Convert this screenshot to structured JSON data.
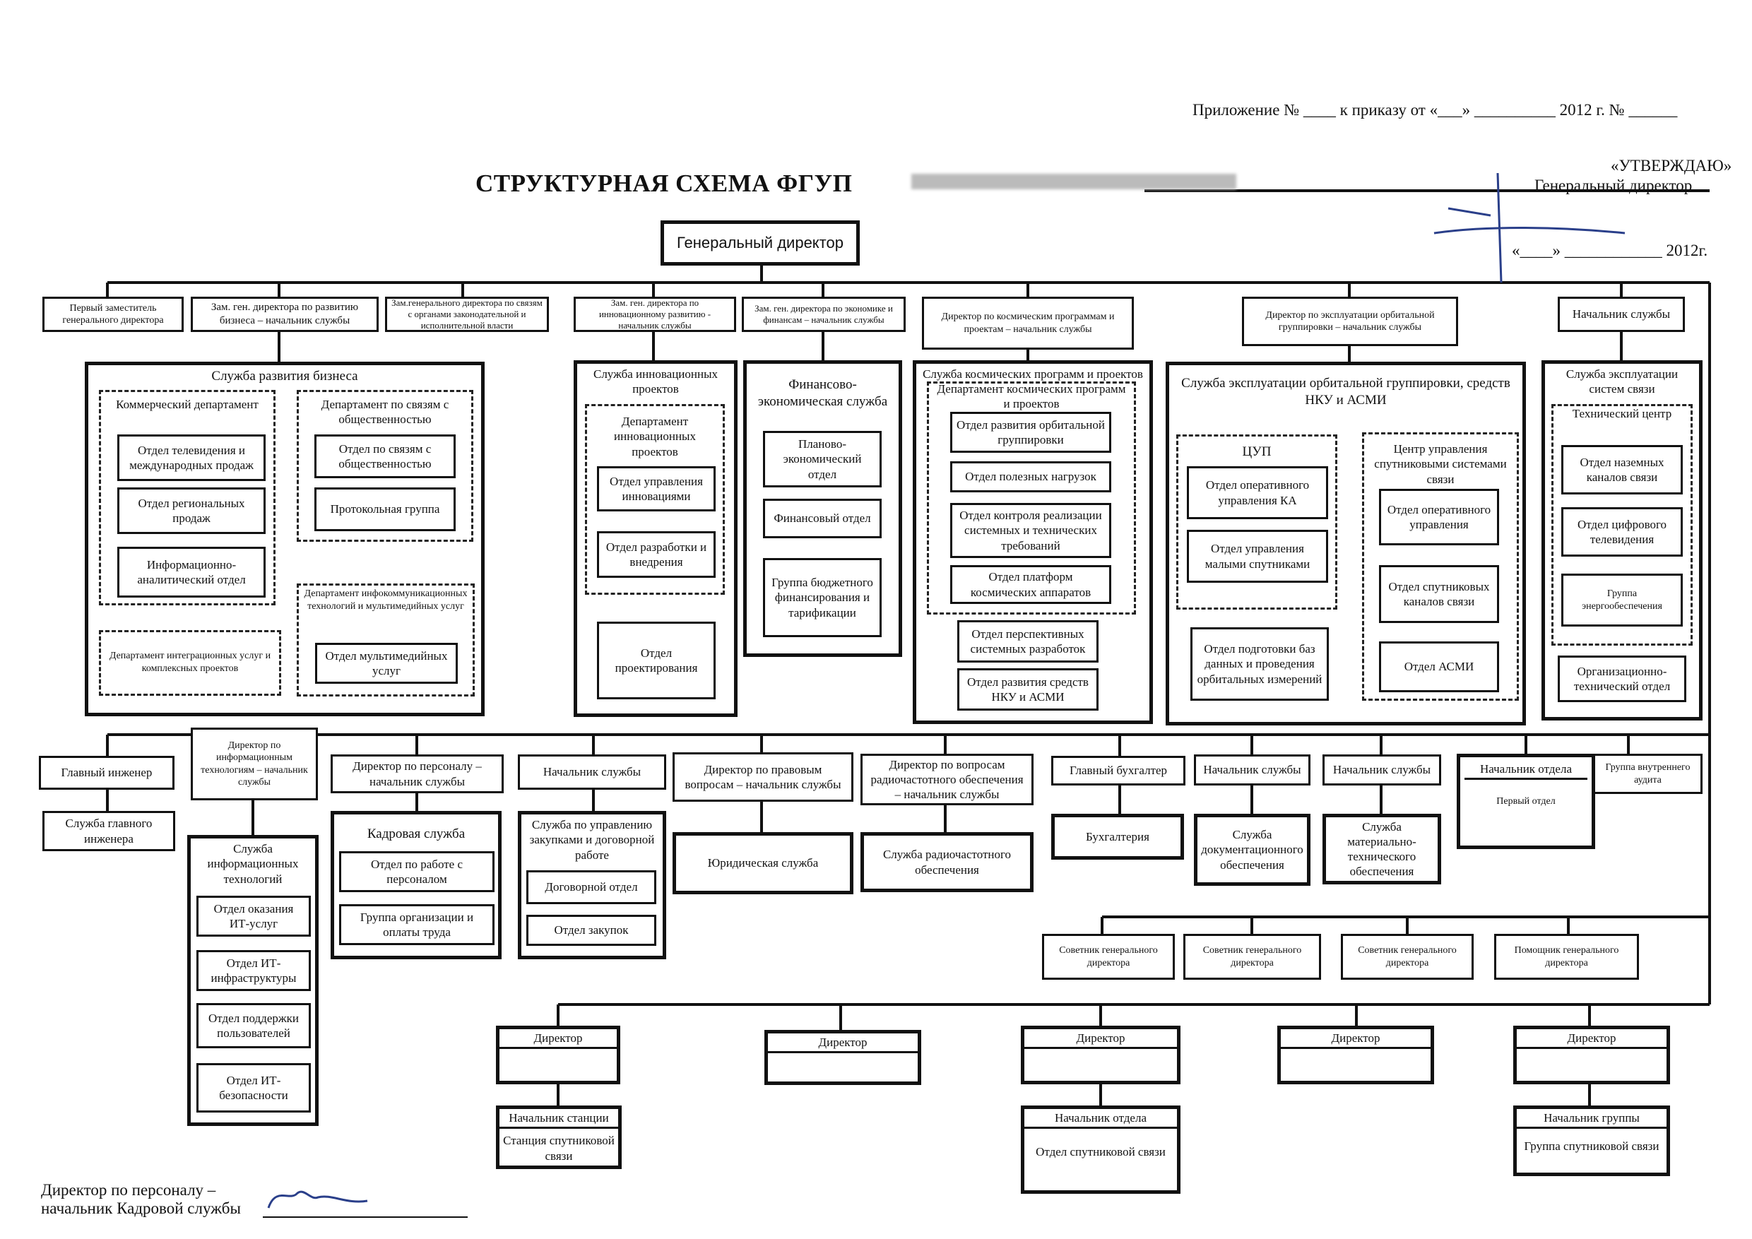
{
  "header": {
    "annex": "Приложение № ____ к приказу от «___» __________ 2012 г. № ______",
    "approve": "«УТВЕРЖДАЮ»",
    "approver": "Генеральный директор",
    "approve_date": "«____» ____________ 2012г."
  },
  "title": "СТРУКТУРНАЯ СХЕМА ФГУП",
  "root": "Генеральный директор",
  "top_row": [
    "Первый заместитель генерального директора",
    "Зам. ген. директора по развитию бизнеса – начальник службы",
    "Зам.генерального директора по связям с органами законодательной и исполнительной власти",
    "Зам. ген. директора по инновационному развитию - начальник службы",
    "Зам. ген. директора по экономике и финансам – начальник службы",
    "Директор по космическим программам и проектам – начальник службы",
    "Директор по эксплуатации орбитальной группировки – начальник службы",
    "Начальник службы"
  ],
  "biz": {
    "title": "Служба развития бизнеса",
    "commercial": "Коммерческий департамент",
    "tv": "Отдел телевидения и международных продаж",
    "regional": "Отдел региональных продаж",
    "analytic": "Информационно-аналитический отдел",
    "pr": "Департамент по связям с общественностью",
    "pr_dept": "Отдел по связям с общественностью",
    "protocol": "Протокольная группа",
    "integration": "Департамент интеграционных услуг и комплексных проектов",
    "infocom": "Департамент инфокоммуникационных технологий и мультимедийных услуг",
    "multimedia": "Отдел мультимедийных услуг"
  },
  "innov": {
    "title": "Служба инновационных проектов",
    "dept": "Департамент инновационных проектов",
    "mgmt": "Отдел управления инновациями",
    "dev": "Отдел разработки и внедрения",
    "design": "Отдел проектирования"
  },
  "fin": {
    "title": "Финансово-экономическая служба",
    "plan": "Планово-экономический отдел",
    "fin": "Финансовый отдел",
    "budget": "Группа бюджетного финансирования и тарификации"
  },
  "space": {
    "title": "Служба космических программ и проектов",
    "dept": "Департамент космических программ и проектов",
    "orbital": "Отдел развития орбитальной группировки",
    "payload": "Отдел полезных нагрузок",
    "control": "Отдел контроля реализации системных и технических требований",
    "platform": "Отдел платформ космических аппаратов",
    "perspective": "Отдел перспективных системных разработок",
    "nku": "Отдел развития средств НКУ и АСМИ"
  },
  "orb": {
    "title": "Служба эксплуатации орбитальной группировки, средств НКУ и АСМИ",
    "cup": "ЦУП",
    "oper_ka": "Отдел оперативного управления КА",
    "small": "Отдел управления малыми спутниками",
    "db": "Отдел подготовки баз данных и проведения орбитальных измерений",
    "center": "Центр управления спутниковыми системами связи",
    "oper": "Отдел оперативного управления",
    "channels": "Отдел спутниковых каналов связи",
    "asmi": "Отдел АСМИ"
  },
  "comm": {
    "title": "Служба эксплуатации систем связи",
    "tech": "Технический центр",
    "ground": "Отдел наземных каналов связи",
    "digital": "Отдел цифрового телевидения",
    "energy": "Группа энергообеспечения",
    "org": "Организационно-технический отдел"
  },
  "row2": [
    "Главный инженер",
    "Директор по информационным технологиям – начальник службы",
    "Директор по персоналу – начальник службы",
    "Начальник службы",
    "Директор по правовым вопросам – начальник службы",
    "Директор по вопросам радиочастотного обеспечения – начальник службы",
    "Главный бухгалтер",
    "Начальник службы",
    "Начальник службы",
    "Начальник отдела",
    "Группа внутреннего аудита"
  ],
  "row2b": {
    "engineer_service": "Служба главного инженера",
    "it_service": "Служба информационных технологий",
    "it_services_dept": "Отдел оказания ИТ-услуг",
    "it_infra": "Отдел ИТ-инфраструктуры",
    "it_support": "Отдел поддержки пользователей",
    "it_security": "Отдел ИТ-безопасности",
    "hr": "Кадровая служба",
    "hr_dept": "Отдел по работе с персоналом",
    "hr_pay": "Группа организации и оплаты труда",
    "procurement": "Служба по управлению закупками и договорной работе",
    "contract": "Договорной отдел",
    "purchases": "Отдел закупок",
    "legal": "Юридическая служба",
    "radio": "Служба радиочастотного обеспечения",
    "accounting": "Бухгалтерия",
    "docs": "Служба документационного обеспечения",
    "material": "Служба материально-технического обеспечения",
    "first_dept": "Первый отдел"
  },
  "advisors": [
    "Советник генерального директора",
    "Советник генерального директора",
    "Советник генерального директора",
    "Помощник генерального директора"
  ],
  "branches": {
    "director": "Директор",
    "heads": [
      "Начальник станции",
      "Начальник отдела",
      "Начальник группы"
    ],
    "units": [
      "Станция спутниковой связи",
      "Отдел спутниковой связи",
      "Группа спутниковой связи"
    ]
  },
  "footer": {
    "line1": "Директор по персоналу –",
    "line2": "начальник Кадровой службы"
  }
}
